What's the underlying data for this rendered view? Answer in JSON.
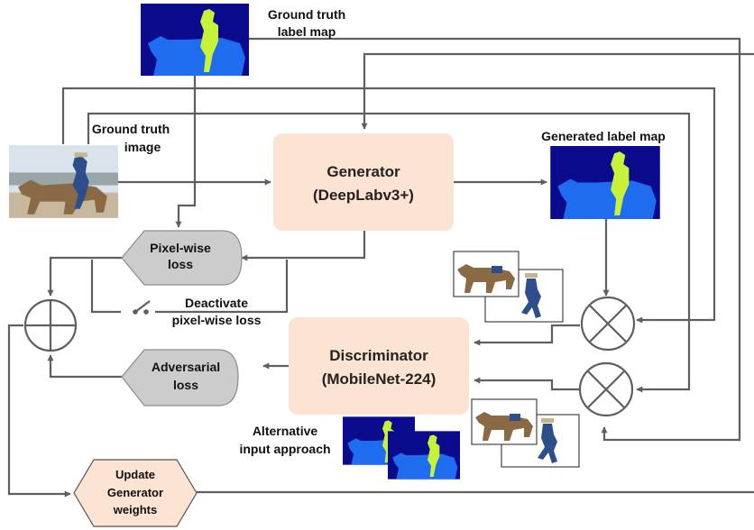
{
  "colors": {
    "box_fill": "#fde3d2",
    "loss_fill": "#cccccc",
    "update_fill": "#fde3d2",
    "line": "#5f5f5f",
    "label_bg": "#0a0a8c",
    "label_horse": "#1e6cf0",
    "label_person": "#c8f23a"
  },
  "labels": {
    "gt_label_map_1": "Ground  truth",
    "gt_label_map_2": "label map",
    "gt_image_1": "Ground truth",
    "gt_image_2": "image",
    "generated_label_map": "Generated label map",
    "deactivate_1": "Deactivate",
    "deactivate_2": "pixel-wise loss",
    "alternative_1": "Alternative",
    "alternative_2": "input approach"
  },
  "generator": {
    "line1": "Generator",
    "line2": "(DeepLabv3+)"
  },
  "discriminator": {
    "line1": "Discriminator",
    "line2": "(MobileNet-224)"
  },
  "pixel_loss": {
    "line1": "Pixel-wise",
    "line2": "loss"
  },
  "adversarial_loss": {
    "line1": "Adversarial",
    "line2": "loss"
  },
  "update": {
    "line1": "Update",
    "line2": "Generator",
    "line3": "weights"
  },
  "icons": [
    "sum-node-icon",
    "multiply-node-icon",
    "switch-icon"
  ]
}
